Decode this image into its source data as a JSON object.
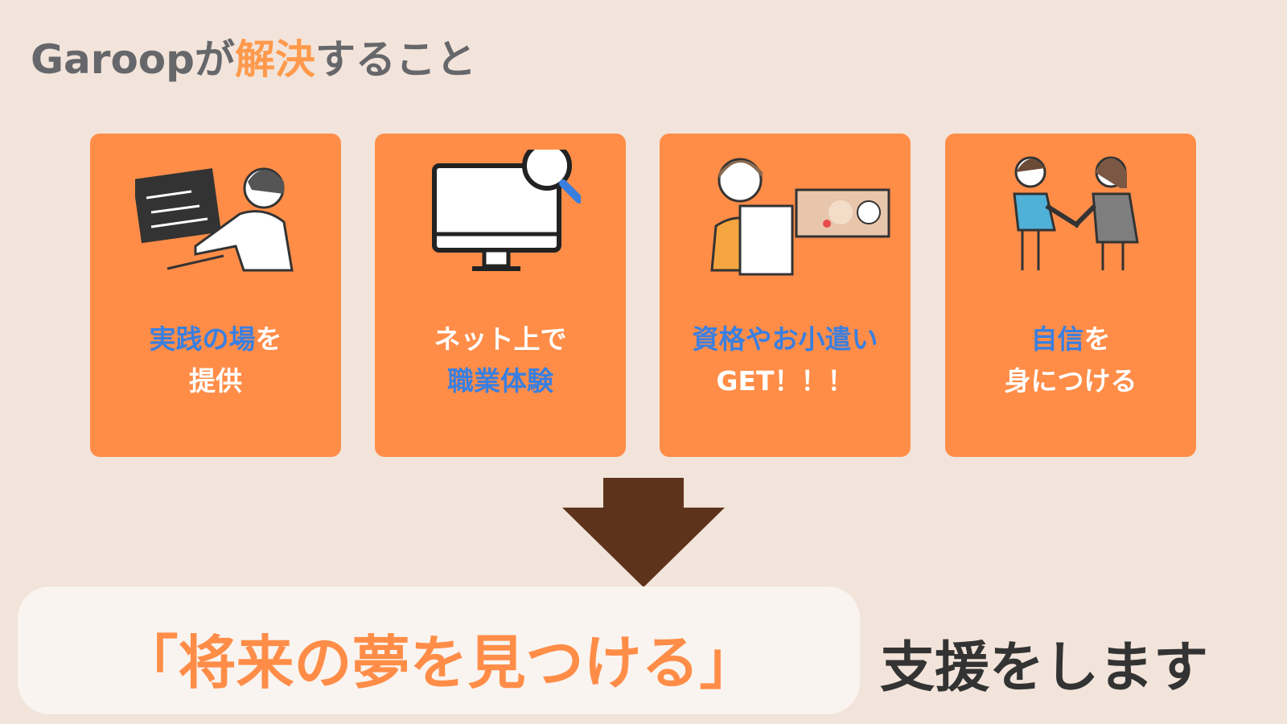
{
  "title": {
    "prefix": "Garoopが",
    "highlight": "解決",
    "suffix": "すること"
  },
  "cards": [
    {
      "line1_blue": "実践の場",
      "line1_white": "を",
      "line2_white": "提供",
      "line2_blue": "",
      "icon": "person-coding-icon"
    },
    {
      "line1_blue": "",
      "line1_white": "ネット上で",
      "line2_white": "",
      "line2_blue": "職業体験",
      "icon": "monitor-search-icon"
    },
    {
      "line1_blue": "資格やお小遣い",
      "line1_white": "",
      "line2_white": "GET！！！",
      "line2_blue": "",
      "icon": "certificate-money-icon"
    },
    {
      "line1_blue": "自信",
      "line1_white": "を",
      "line2_white": "身につける",
      "line2_blue": "",
      "icon": "handshake-icon"
    }
  ],
  "colors": {
    "card": "#ff8d48",
    "blue": "#3a7fe0",
    "arrow": "#5e331c",
    "background": "#f2e4da"
  },
  "bottom": {
    "highlight": "「将来の夢を見つける」",
    "suffix": "支援をします"
  }
}
